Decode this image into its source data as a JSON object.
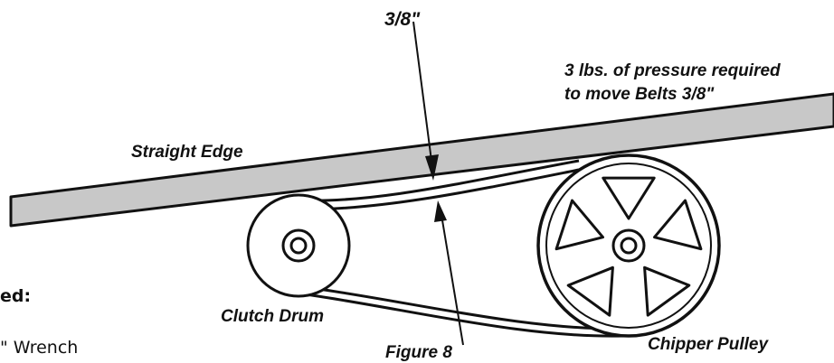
{
  "labels": {
    "measurement": "3/8\"",
    "pressure_line1": "3 lbs. of pressure required",
    "pressure_line2": "to move Belts 3/8\"",
    "straight_edge": "Straight Edge",
    "clutch_drum": "Clutch Drum",
    "chipper_pulley": "Chipper Pulley",
    "figure": "Figure 8"
  },
  "side_text": {
    "heading_fragment": "ed:",
    "item_fragment": "\" Wrench"
  },
  "colors": {
    "line": "#111111",
    "straight_edge_fill": "#c8c8c8",
    "background": "#ffffff"
  }
}
